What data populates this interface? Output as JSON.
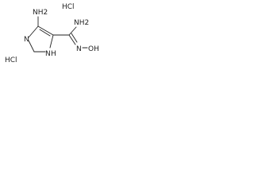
{
  "molecule": {
    "labels": {
      "salt_top": "HCl",
      "salt_bottom": "HCl",
      "amino": "NH2",
      "amidine_amine": "NH2",
      "oxime": "N",
      "hydroxy": "OH",
      "ring_n": "N",
      "ring_nh": "N",
      "ring_h": "H"
    },
    "colors": {
      "ink": "#222222",
      "background": "#ffffff"
    }
  }
}
